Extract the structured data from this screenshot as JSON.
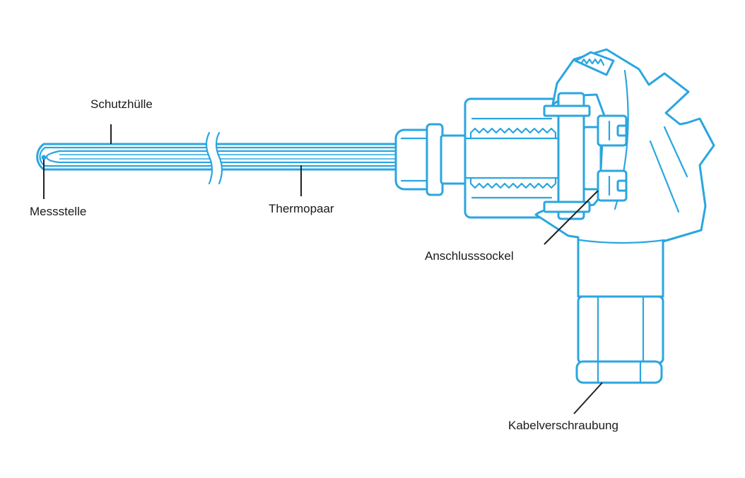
{
  "labels": {
    "schutzhuelle": "Schutzhülle",
    "messstelle": "Messstelle",
    "thermopaar": "Thermopaar",
    "anschlusssockel": "Anschlusssockel",
    "kabelverschraubung": "Kabelverschraubung"
  },
  "colors": {
    "outline": "#2aa6e0",
    "leader": "#222222",
    "background": "#ffffff"
  }
}
